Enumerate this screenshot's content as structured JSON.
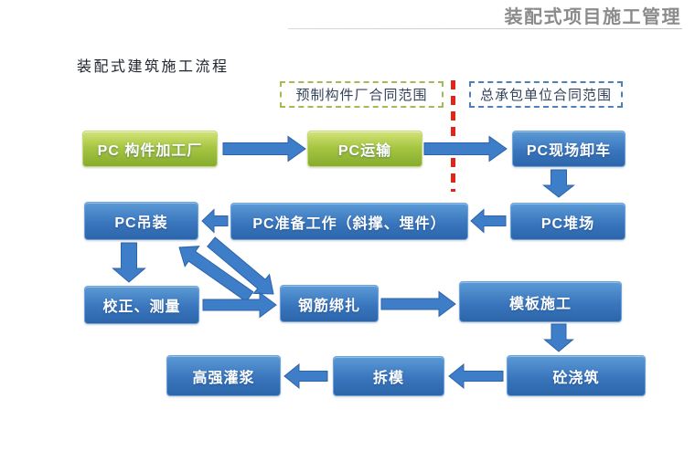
{
  "slide": {
    "title": "装配式项目施工管理",
    "subtitle": "装配式建筑施工流程"
  },
  "scopes": [
    {
      "label": "预制构件厂合同范围",
      "border_color": "#a8b855"
    },
    {
      "label": "总承包单位合同范围",
      "border_color": "#4d7fba"
    }
  ],
  "divider": {
    "description": "red-dashed-contract-boundary",
    "color": "#e02619"
  },
  "colors": {
    "green_node_top": "#d3e378",
    "green_node_bottom": "#86ab2d",
    "blue_node_top": "#5b9ad6",
    "blue_node_bottom": "#2c65aa",
    "arrow_blue": "#3e7dc8",
    "title_gray": "#8b8b8b"
  },
  "flow": {
    "nodes": [
      {
        "id": "pc-component-factory",
        "label": "PC 构件加工厂",
        "type": "green"
      },
      {
        "id": "pc-transport",
        "label": "PC运输",
        "type": "green"
      },
      {
        "id": "pc-site-unloading",
        "label": "PC现场卸车",
        "type": "blue"
      },
      {
        "id": "pc-storage-yard",
        "label": "PC堆场",
        "type": "blue"
      },
      {
        "id": "pc-preparation",
        "label": "PC准备工作（斜撑、埋件）",
        "type": "blue"
      },
      {
        "id": "pc-hoisting",
        "label": "PC吊装",
        "type": "blue"
      },
      {
        "id": "calibration-survey",
        "label": "校正、测量",
        "type": "blue"
      },
      {
        "id": "rebar-tying",
        "label": "钢筋绑扎",
        "type": "blue"
      },
      {
        "id": "formwork-construction",
        "label": "模板施工",
        "type": "blue"
      },
      {
        "id": "concrete-pouring",
        "label": "砼浇筑",
        "type": "blue"
      },
      {
        "id": "formwork-removal",
        "label": "拆模",
        "type": "blue"
      },
      {
        "id": "high-strength-grouting",
        "label": "高强灌浆",
        "type": "blue"
      }
    ]
  }
}
